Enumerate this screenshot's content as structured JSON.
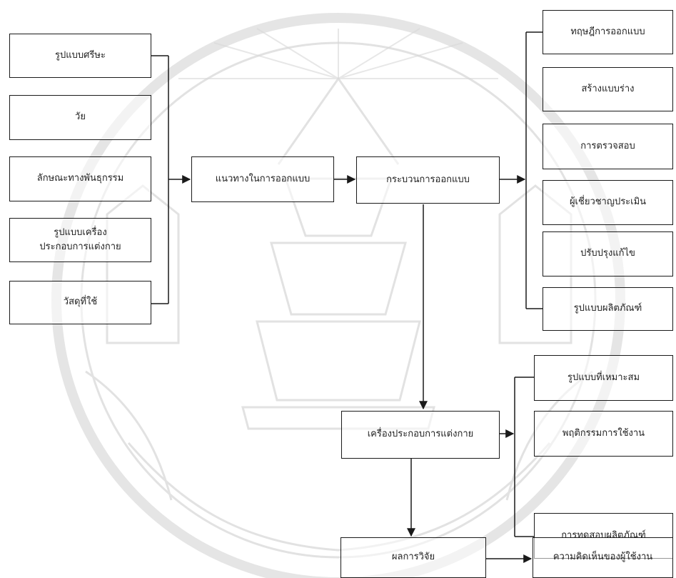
{
  "diagram": {
    "inputs": [
      "รูปแบบศรีษะ",
      "วัย",
      "ลักษณะทางพันธุกรรม",
      "รูปแบบเครื่อง\nประกอบการแต่งกาย",
      "วัสดุที่ใช้"
    ],
    "guideline": "แนวทางในการออกแบบ",
    "process": "กระบวนการออกแบบ",
    "process_steps": [
      "ทฤษฎีการออกแบบ",
      "สร้างแบบร่าง",
      "การตรวจสอบ",
      "ผู้เชี่ยวชาญประเมิน",
      "ปรับปรุงแก้ไข",
      "รูปแบบผลิตภัณฑ์"
    ],
    "accessory": "เครื่องประกอบการแต่งกาย",
    "accessory_aspects": [
      "รูปแบบที่เหมาะสม",
      "พฤติกรรมการใช้งาน",
      "การทดสอบผลิตภัณฑ์"
    ],
    "result": "ผลการวิจัย",
    "user_opinion": "ความคิดเห็นของผู้ใช้งาน"
  },
  "colors": {
    "line": "#1a1a1a",
    "watermark": "#c9c9c9"
  }
}
